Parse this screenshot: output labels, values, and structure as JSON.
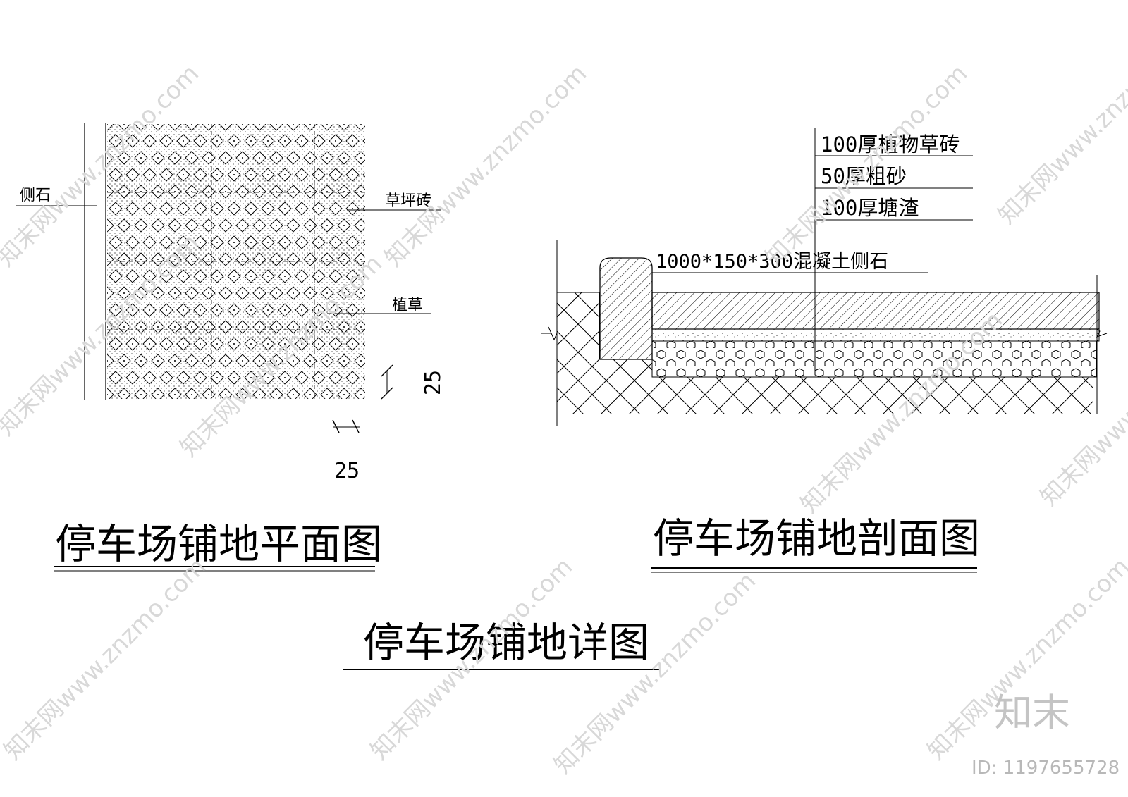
{
  "plan": {
    "title": "停车场铺地平面图",
    "labels": {
      "curb": "侧石",
      "grass_brick": "草坪砖",
      "grass": "植草"
    },
    "dims": {
      "vertical": "25",
      "horizontal": "25"
    }
  },
  "section": {
    "title": "停车场铺地剖面图",
    "layers": [
      "100厚植物草砖",
      "50厚粗砂",
      "100厚塘渣"
    ],
    "curb_label": "1000*150*300混凝土侧石"
  },
  "main_title": "停车场铺地详图",
  "watermark": {
    "text": "知末网www.znzmo.com",
    "logo": "知末",
    "id": "ID: 1197655728"
  }
}
